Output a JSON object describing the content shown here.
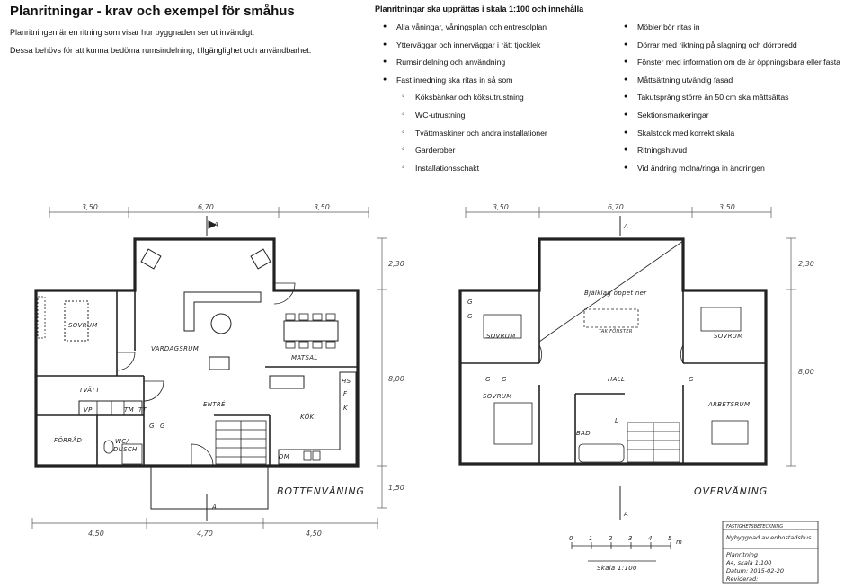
{
  "header": {
    "title": "Planritningar - krav och exempel för småhus",
    "intro_1": "Planritningen är en ritning som visar hur byggnaden ser ut invändigt.",
    "intro_2": "Dessa behövs för att kunna bedöma rumsindelning, tillgänglighet och användbarhet."
  },
  "requirements": {
    "title": "Planritningar ska upprättas i skala 1:100 och innehålla",
    "left": [
      {
        "text": "Alla våningar, våningsplan och entresolplan",
        "sub": false
      },
      {
        "text": "Ytterväggar och innerväggar i rätt tjocklek",
        "sub": false
      },
      {
        "text": "Rumsindelning och användning",
        "sub": false
      },
      {
        "text": "Fast inredning ska ritas in så som",
        "sub": false
      },
      {
        "text": "Köksbänkar och köksutrustning",
        "sub": true
      },
      {
        "text": "WC-utrustning",
        "sub": true
      },
      {
        "text": "Tvättmaskiner och andra installationer",
        "sub": true
      },
      {
        "text": "Garderober",
        "sub": true
      },
      {
        "text": "Installationsschakt",
        "sub": true
      }
    ],
    "right": [
      "Möbler bör ritas in",
      "Dörrar med riktning på slagning och dörrbredd",
      "Fönster med information om de är öppningsbara eller fasta",
      "Måttsättning utvändig fasad",
      "Takutsprång större än 50 cm ska måttsättas",
      "Sektionsmarkeringar",
      "Skalstock med korrekt skala",
      "Ritningshuvud",
      "Vid ändring molna/ringa in ändringen"
    ]
  },
  "ground_floor": {
    "name": "BOTTENVÅNING",
    "section_mark": "A",
    "dims_top": [
      "3,50",
      "6,70",
      "3,50"
    ],
    "dims_bottom": [
      "4,50",
      "4,70",
      "4,50"
    ],
    "dims_right": [
      "2,30",
      "8,00",
      "1,50"
    ],
    "rooms": {
      "sovrum": "SOVRUM",
      "vardagsrum": "VARDAGSRUM",
      "matsal": "MATSAL",
      "tvatt": "TVÄTT",
      "entre": "ENTRÉ",
      "kok": "KÖK",
      "forrad": "FÖRRÅD",
      "wc": "WC/",
      "dusch": "DUSCH"
    },
    "symbols": {
      "vp": "VP",
      "tm": "TM",
      "tt": "TT",
      "g": "G",
      "dm": "DM",
      "hs": "HS",
      "f": "F",
      "k": "K"
    }
  },
  "upper_floor": {
    "name": "ÖVERVÅNING",
    "section_mark": "A",
    "dims_top": [
      "3,50",
      "6,70",
      "3,50"
    ],
    "dims_right": [
      "2,30",
      "8,00"
    ],
    "rooms": {
      "sovrum_1": "SOVRUM",
      "sovrum_2": "SOVRUM",
      "sovrum_3": "SOVRUM",
      "hall": "HALL",
      "bad": "BAD",
      "arbetsrum": "ARBETSRUM",
      "bjalklag": "Bjälklag öppet ner",
      "takfonster": "TAK FÖNSTER"
    },
    "symbols": {
      "g": "G",
      "l": "L"
    }
  },
  "scale_bar": {
    "ticks": [
      "0",
      "1",
      "2",
      "3",
      "4",
      "5"
    ],
    "unit": "m",
    "label": "Skala 1:100"
  },
  "title_block": {
    "header": "FASTIGHETSBETECKNING",
    "lines": [
      "Nybyggnad av enbostadshus",
      "Planritning",
      "A4, skala 1:100",
      "Datum: 2015-02-20",
      "Reviderad:"
    ]
  }
}
